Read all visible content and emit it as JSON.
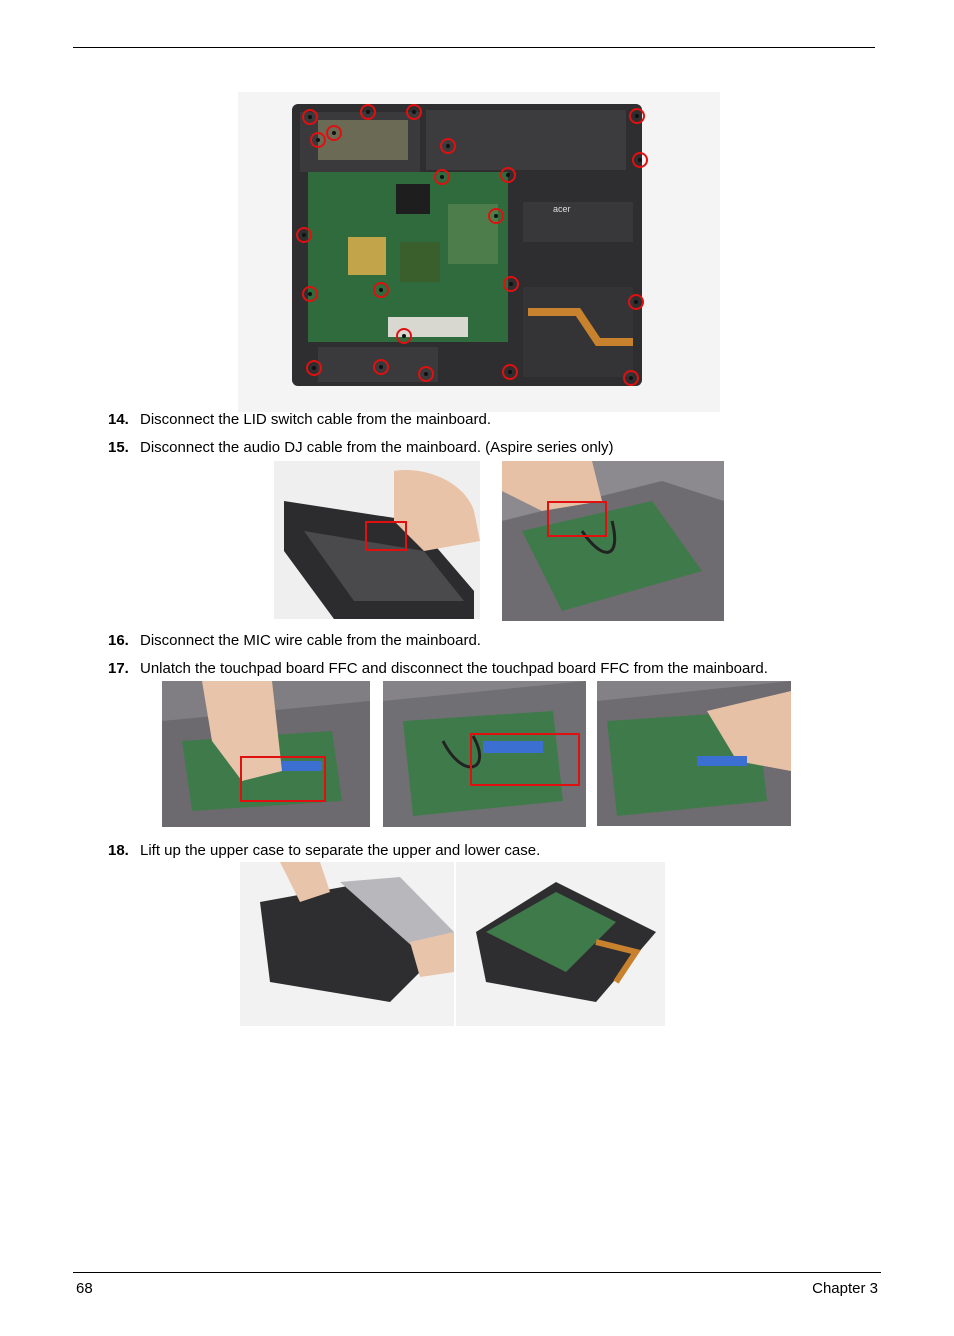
{
  "steps": [
    {
      "number": "14.",
      "text": "Disconnect the LID switch cable from the mainboard."
    },
    {
      "number": "15.",
      "text": "Disconnect the audio DJ cable from the mainboard. (Aspire series only)"
    },
    {
      "number": "16.",
      "text": "Disconnect the MIC wire cable from the mainboard."
    },
    {
      "number": "17.",
      "text": "Unlatch the touchpad board FFC and disconnect the touchpad board FFC from the mainboard."
    },
    {
      "number": "18.",
      "text": "Lift up the upper case to separate the upper and lower case."
    }
  ],
  "figure_label": {
    "logo": "acer"
  },
  "footer": {
    "page_number": "68",
    "chapter": "Chapter 3"
  },
  "colors": {
    "highlight": "#e01010",
    "chassis": "#2e2e30",
    "board": "#2f6b3c"
  }
}
